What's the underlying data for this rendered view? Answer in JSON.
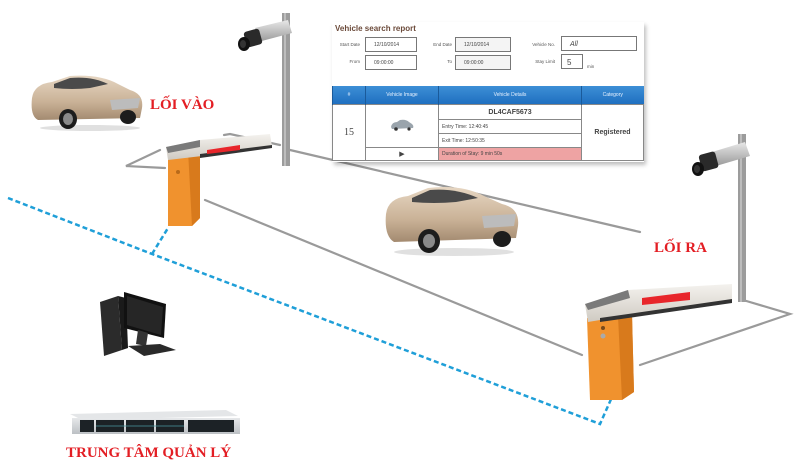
{
  "labels": {
    "entrance": "LỐI VÀO",
    "exit": "LỐI RA",
    "control_center": "TRUNG TÂM QUẢN LÝ"
  },
  "report": {
    "title": "Vehicle search report",
    "start_date_label": "Start Date",
    "start_date": "12/10/2014",
    "end_date_label": "End Date",
    "end_date": "12/10/2014",
    "vehicle_no_label": "Vehicle No.",
    "vehicle_no": "All",
    "from_label": "From",
    "from_time": "09:00:00",
    "to_label": "To",
    "to_time": "09:00:00",
    "stay_limit_label": "Stay Limit",
    "stay_limit": "5",
    "stay_limit_unit": "min",
    "columns": [
      "#",
      "Vehicle Image",
      "Vehicle Details",
      "Category"
    ],
    "rows": [
      {
        "no": "15",
        "plate": "DL4CAF5673",
        "entry_time": "Entry Time: 12:40:45",
        "exit_time": "Exit Time: 12:50:35",
        "duration": "Duration of Stay:   9 min 50s",
        "category": "Registered"
      }
    ]
  },
  "colors": {
    "label_red": "#e31e24",
    "barrier_orange": "#f0922e",
    "boom_red": "#e8262b",
    "cable_blue": "#1f9fd8",
    "boundary_gray": "#9a9a9a",
    "table_header_blue": "#2a7dcc",
    "duration_bg": "#eea3a3"
  },
  "icons": {
    "camera": "cctv-camera-icon",
    "barrier": "boom-barrier-icon",
    "car": "sedan-car-icon",
    "computer": "desktop-computer-icon",
    "server": "rack-server-icon",
    "play": "play-icon"
  }
}
